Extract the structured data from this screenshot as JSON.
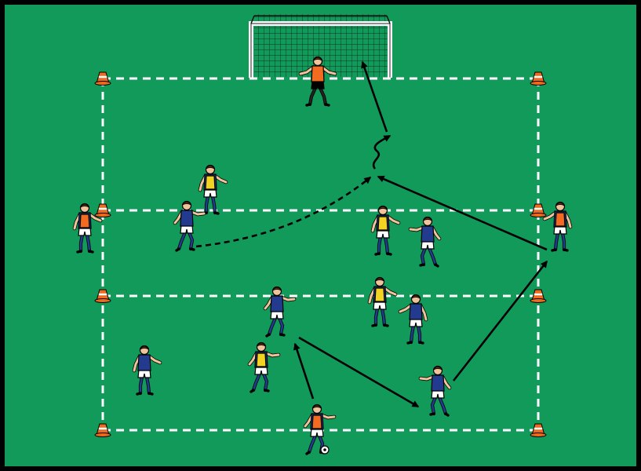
{
  "diagram": {
    "type": "soccer-drill",
    "colors": {
      "pitch": "#119a5a",
      "border": "#000000",
      "zone_lines": "#ffffff",
      "cone": "#ef6a1e",
      "team_blue_shirt": "#233b8f",
      "team_blue_shorts": "#ffffff",
      "bib_yellow": "#f3d321",
      "bib_orange": "#f26b21",
      "keeper_shirt": "#f26b21",
      "keeper_shorts": "#000000",
      "skin": "#f1c39b",
      "arrow": "#000000",
      "goal_frame": "#ffffff"
    },
    "zones": [
      "end-zone",
      "middle-zone",
      "near-zone"
    ],
    "players": [
      {
        "id": "goalkeeper",
        "role": "goalkeeper",
        "team": "keeper"
      },
      {
        "id": "left-outside-neutral",
        "role": "outside-neutral",
        "team": "orange-bib"
      },
      {
        "id": "right-outside-neutral",
        "role": "outside-neutral",
        "team": "orange-bib"
      },
      {
        "id": "bottom-server",
        "role": "server",
        "team": "orange-bib",
        "has_ball": true
      },
      {
        "id": "top-left-yellow-defender",
        "role": "defender",
        "team": "yellow-bib"
      },
      {
        "id": "top-left-blue-attacker",
        "role": "attacker",
        "team": "blue"
      },
      {
        "id": "top-mid-yellow-defender",
        "role": "defender",
        "team": "yellow-bib"
      },
      {
        "id": "top-right-blue-attacker",
        "role": "attacker",
        "team": "blue"
      },
      {
        "id": "mid-left-blue-attacker",
        "role": "attacker",
        "team": "blue"
      },
      {
        "id": "mid-right-yellow-defender",
        "role": "defender",
        "team": "yellow-bib"
      },
      {
        "id": "mid-right-blue-attacker",
        "role": "attacker",
        "team": "blue"
      },
      {
        "id": "bottom-left-blue-attacker",
        "role": "attacker",
        "team": "blue"
      },
      {
        "id": "bottom-mid-yellow-defender",
        "role": "defender",
        "team": "yellow-bib"
      },
      {
        "id": "bottom-right-blue-attacker",
        "role": "attacker",
        "team": "blue"
      }
    ],
    "movements": [
      {
        "id": "pass-1",
        "type": "pass",
        "from": "bottom-server",
        "to": "mid-left-blue-attacker"
      },
      {
        "id": "pass-2",
        "type": "pass",
        "from": "mid-left-blue-attacker",
        "to": "bottom-right-blue-attacker"
      },
      {
        "id": "pass-3",
        "type": "pass",
        "from": "bottom-right-blue-attacker",
        "to": "right-outside-neutral"
      },
      {
        "id": "pass-4",
        "type": "pass",
        "from": "right-outside-neutral",
        "to": "end-zone"
      },
      {
        "id": "run-1",
        "type": "run",
        "from": "top-left-blue-attacker",
        "to": "end-zone"
      },
      {
        "id": "dribble-1",
        "type": "dribble",
        "from": "end-zone",
        "to": "end-zone"
      },
      {
        "id": "shot-1",
        "type": "shot",
        "from": "end-zone",
        "to": "goal"
      }
    ]
  }
}
